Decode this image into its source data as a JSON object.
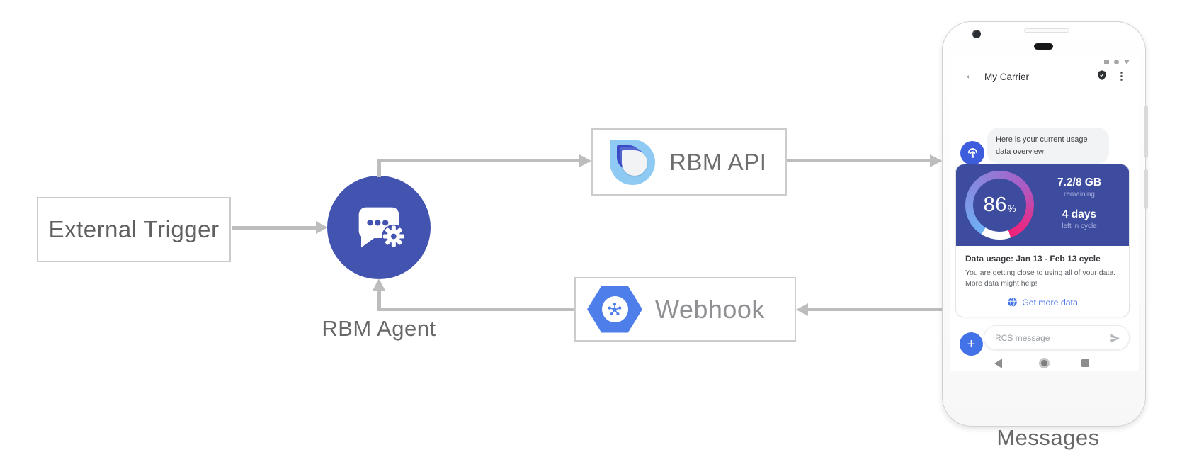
{
  "diagram": {
    "external_trigger_label": "External Trigger",
    "rbm_agent_label": "RBM Agent",
    "rbm_api_label": "RBM API",
    "webhook_label": "Webhook",
    "messages_caption": "Messages",
    "arrow_color": "#bdbdbd"
  },
  "phone": {
    "status_icons": [
      "overflow-square",
      "overflow-circle",
      "overflow-triangle"
    ],
    "header": {
      "back_glyph": "←",
      "title": "My Carrier",
      "shield_icon": "verified-shield",
      "menu_glyph": "⋮"
    },
    "conversation": {
      "agent_avatar_icon": "antenna-hotspot",
      "agent_message": "Here is your current usage data overview:",
      "usage_card": {
        "gauge_percent": "86",
        "gauge_percent_symbol": "%",
        "remaining_value": "7.2/8 GB",
        "remaining_label": "remaining",
        "days_value": "4 days",
        "days_label": "left in cycle",
        "title": "Data usage: Jan 13 - Feb 13 cycle",
        "body": "You are getting close to using all of your data. More data might help!",
        "action_icon": "globe",
        "action_label": "Get more data"
      }
    },
    "composer": {
      "plus_glyph": "+",
      "placeholder": "RCS message",
      "send_icon": "send-arrow"
    },
    "nav_icons": [
      "back-triangle",
      "home-circle",
      "recents-square"
    ]
  },
  "colors": {
    "agent_circle": "#4253b0",
    "card_blue": "#3d4c9e",
    "accent_blue": "#4372e8",
    "link_blue": "#3e6ae1",
    "webhook_hex": "#4d7ee9",
    "api_logo_light": "#8ecaf3",
    "gauge_start": "#6db1f5",
    "gauge_mid": "#a95ec7",
    "gauge_end": "#ec2277"
  }
}
